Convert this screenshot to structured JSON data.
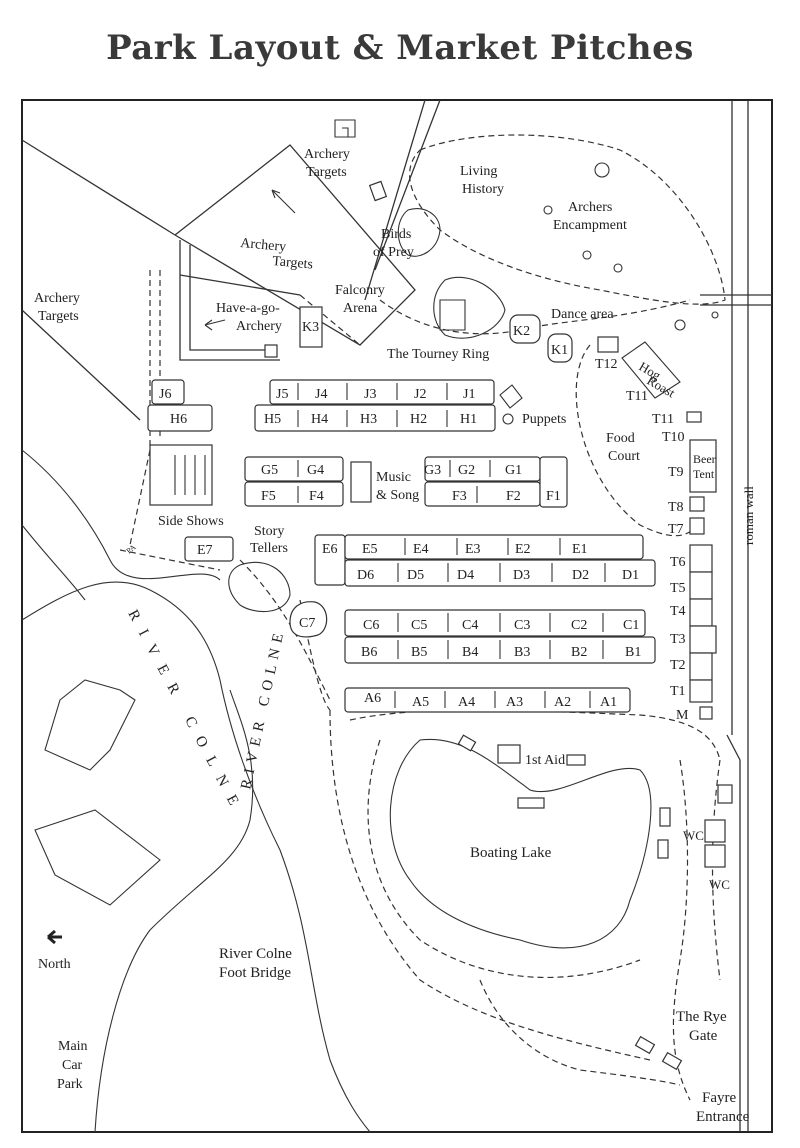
{
  "title": "Park Layout & Market Pitches",
  "labels": {
    "archery_targets_top": [
      "Archery",
      "Targets"
    ],
    "archery_targets_mid": [
      "Archery",
      "Targets"
    ],
    "archery_targets_left": [
      "Archery",
      "Targets"
    ],
    "living_history": [
      "Living",
      "History"
    ],
    "archers_encampment": [
      "Archers",
      "Encampment"
    ],
    "birds_of_prey": [
      "Birds",
      "of Prey"
    ],
    "falconry_arena": [
      "Falconry",
      "Arena"
    ],
    "have_a_go": [
      "Have-a-go-",
      "Archery"
    ],
    "dance_area": "Dance area",
    "tourney_ring": "The Tourney Ring",
    "hog_roast": [
      "Hog",
      "Roast"
    ],
    "puppets": "Puppets",
    "food_court": [
      "Food",
      "Court"
    ],
    "beer_tent": [
      "Beer",
      "Tent"
    ],
    "music_song": [
      "Music",
      "& Song"
    ],
    "side_shows": "Side Shows",
    "story_tellers": [
      "Story",
      "Tellers"
    ],
    "roman_wall": "roman wall",
    "river_colne_upper": "RIVER COLNE",
    "river_colne_lower": "RIVER COLNE",
    "first_aid": "1st Aid",
    "boating_lake": "Boating Lake",
    "wc_1": "WC",
    "wc_2": "WC",
    "north": "North",
    "foot_bridge": [
      "River Colne",
      "Foot Bridge"
    ],
    "main_car_park": [
      "Main",
      "Car",
      "Park"
    ],
    "rye_gate": [
      "The Rye",
      "Gate"
    ],
    "fayre_entrance": [
      "Fayre",
      "Entrance"
    ],
    "pa": "PA"
  },
  "pitches": {
    "K": [
      "K3",
      "K2",
      "K1"
    ],
    "J": [
      "J6",
      "J5",
      "J4",
      "J3",
      "J2",
      "J1"
    ],
    "H": [
      "H6",
      "H5",
      "H4",
      "H3",
      "H2",
      "H1"
    ],
    "G": [
      "G5",
      "G4",
      "G3",
      "G2",
      "G1"
    ],
    "F": [
      "F5",
      "F4",
      "F3",
      "F2",
      "F1"
    ],
    "E": [
      "E7",
      "E6",
      "E5",
      "E4",
      "E3",
      "E2",
      "E1"
    ],
    "D": [
      "D6",
      "D5",
      "D4",
      "D3",
      "D2",
      "D1"
    ],
    "C": [
      "C7",
      "C6",
      "C5",
      "C4",
      "C3",
      "C2",
      "C1"
    ],
    "B": [
      "B6",
      "B5",
      "B4",
      "B3",
      "B2",
      "B1"
    ],
    "A": [
      "A6",
      "A5",
      "A4",
      "A3",
      "A2",
      "A1"
    ],
    "T": [
      "T12",
      "T11",
      "T11",
      "T10",
      "T9",
      "T8",
      "T7",
      "T6",
      "T5",
      "T4",
      "T3",
      "T2",
      "T1"
    ],
    "M": "M"
  },
  "colors": {
    "ink": "#222222",
    "title": "#3a3a3a",
    "paper": "#ffffff"
  }
}
